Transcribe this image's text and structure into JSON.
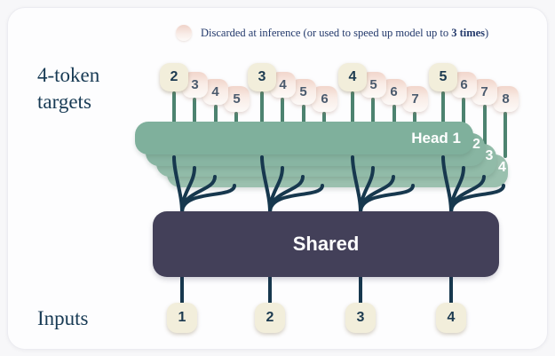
{
  "legend": {
    "icon": "discarded-token",
    "before": "Discarded at inference (or used to speed up model up to ",
    "bold": "3 times",
    "after": ")"
  },
  "labels": {
    "targets": "4-token targets",
    "inputs": "Inputs"
  },
  "shared": {
    "label": "Shared"
  },
  "heads": [
    {
      "label": "Head 1"
    },
    {
      "label": "2"
    },
    {
      "label": "3"
    },
    {
      "label": "4"
    }
  ],
  "targets": {
    "groups": [
      {
        "tokens": [
          {
            "value": "2",
            "discarded": false
          },
          {
            "value": "3",
            "discarded": true
          },
          {
            "value": "4",
            "discarded": true
          },
          {
            "value": "5",
            "discarded": true
          }
        ]
      },
      {
        "tokens": [
          {
            "value": "3",
            "discarded": false
          },
          {
            "value": "4",
            "discarded": true
          },
          {
            "value": "5",
            "discarded": true
          },
          {
            "value": "6",
            "discarded": true
          }
        ]
      },
      {
        "tokens": [
          {
            "value": "4",
            "discarded": false
          },
          {
            "value": "5",
            "discarded": true
          },
          {
            "value": "6",
            "discarded": true
          },
          {
            "value": "7",
            "discarded": true
          }
        ]
      },
      {
        "tokens": [
          {
            "value": "5",
            "discarded": false
          },
          {
            "value": "6",
            "discarded": true
          },
          {
            "value": "7",
            "discarded": true
          },
          {
            "value": "8",
            "discarded": true
          }
        ]
      }
    ]
  },
  "inputs": {
    "tokens": [
      "1",
      "2",
      "3",
      "4"
    ]
  },
  "colors": {
    "head_green": "#7fb09c",
    "shared_purple": "#434059",
    "token_cream": "#f2eedb",
    "token_pink": "#f0d4ca",
    "line_navy": "#17384e",
    "stem_green": "#4d8370"
  }
}
